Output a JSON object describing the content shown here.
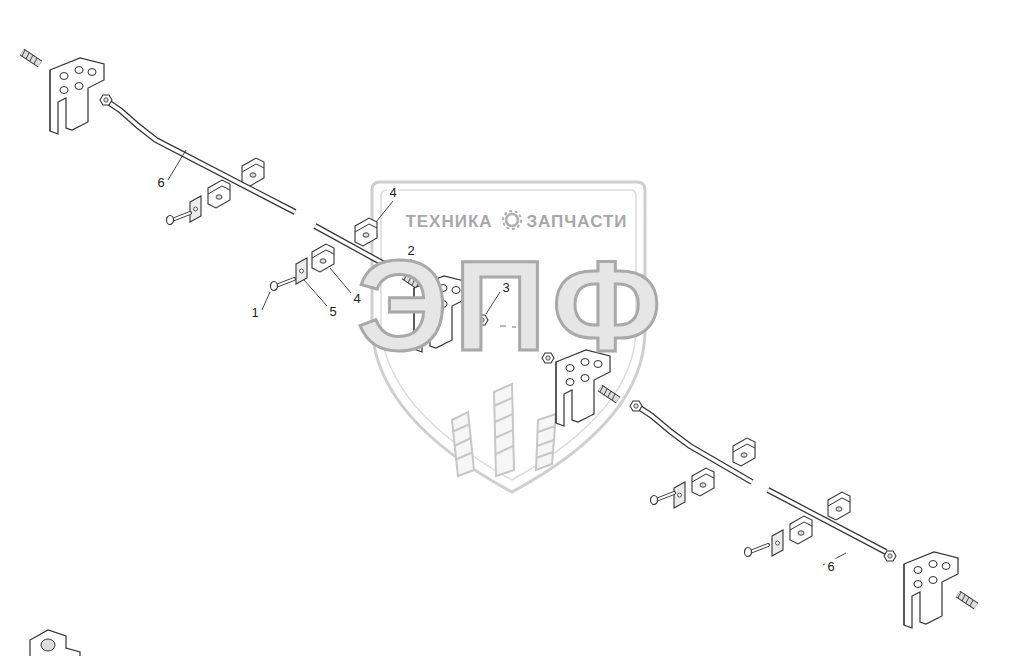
{
  "diagram": {
    "labels": [
      "6",
      "4",
      "2",
      "3",
      "1",
      "5",
      "4",
      "6",
      "ТЕХНИКА",
      "ЗАПЧАСТИ",
      "ЭПФ"
    ]
  }
}
